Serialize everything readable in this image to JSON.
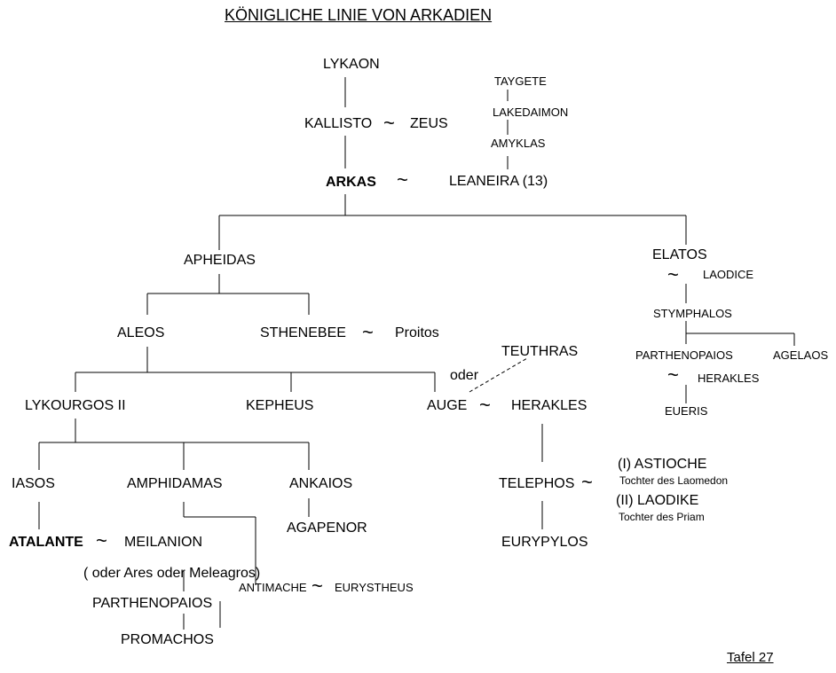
{
  "title": "KÖNIGLICHE LINIE VON ARKADIEN",
  "marriage_symbol": "~",
  "people": {
    "lykaon": "LYKAON",
    "kallisto": "KALLISTO",
    "zeus": "ZEUS",
    "taygete": "TAYGETE",
    "lakedaimon": "LAKEDAIMON",
    "amyklas": "AMYKLAS",
    "arkas": "ARKAS",
    "leaneira": "LEANEIRA (13)",
    "apheidas": "APHEIDAS",
    "elatos": "ELATOS",
    "laodice": "LAODICE",
    "stymphalos": "STYMPHALOS",
    "parthenopaios_elatos": "PARTHENOPAIOS",
    "agelaos": "AGELAOS",
    "herakles_small": "HERAKLES",
    "eueris": "EUERIS",
    "aleos": "ALEOS",
    "sthenebee": "STHENEBEE",
    "proitos": "Proitos",
    "teuthras": "TEUTHRAS",
    "oder": "oder",
    "lykourgos": "LYKOURGOS II",
    "kepheus": "KEPHEUS",
    "auge": "AUGE",
    "herakles": "HERAKLES",
    "iasos": "IASOS",
    "amphidamas": "AMPHIDAMAS",
    "ankaios": "ANKAIOS",
    "telephos": "TELEPHOS",
    "astioche": "(I) ASTIOCHE",
    "astioche_note": "Tochter des Laomedon",
    "laodike": "(II) LAODIKE",
    "laodike_note": "Tochter des  Priam",
    "atalante": "ATALANTE",
    "meilanion": "MEILANION",
    "agapenor": "AGAPENOR",
    "eurypylos": "EURYPYLOS",
    "alt_fathers": "( oder Ares oder Meleagros)",
    "antimache": "ANTIMACHE",
    "eurystheus": "EURYSTHEUS",
    "parthenopaios": "PARTHENOPAIOS",
    "promachos": "PROMACHOS"
  },
  "footer": "Tafel 27"
}
